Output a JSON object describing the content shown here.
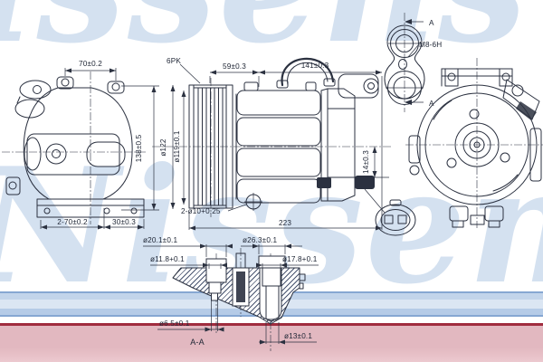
{
  "watermark": {
    "brand": "Nissens"
  },
  "palette": {
    "line": "#2b3140",
    "band_blue": "#b9cfe8",
    "band_blue_edge": "#86a7d2",
    "band_red_line": "#a02c3e",
    "band_pink": "#e2b8c0",
    "watermark_blue": "#aac4e2"
  },
  "side_view": {
    "dim_ear_span": "70±0.2",
    "dim_foot_holes": "2-70±0.2",
    "dim_foot_end": "30±0.3"
  },
  "front_view": {
    "belt_label": "6PK",
    "dim_pulley_face": "59±0.3",
    "dim_body_length": "141±0.3",
    "dim_overall_height": "138±0.5",
    "dim_pulley_outer": "ø122",
    "dim_pulley_groove": "ø119±0.1",
    "dim_mount_holes": "2-ø10+0.25",
    "dim_overall_length": "223",
    "dim_rear_offset": "14±0.3"
  },
  "bolt_detail": {
    "section_marker_top": "A",
    "section_marker_bottom": "A",
    "thread_spec": "M8-6H"
  },
  "section_view": {
    "label": "A-A",
    "dim_counterbore": "ø20.1±0.1",
    "dim_bore": "ø11.8+0.1",
    "dim_boss": "ø26.3±0.1",
    "dim_port": "ø17.8+0.1",
    "dim_small_hole": "ø6.5±0.1",
    "dim_tube_bore": "ø13±0.1"
  }
}
